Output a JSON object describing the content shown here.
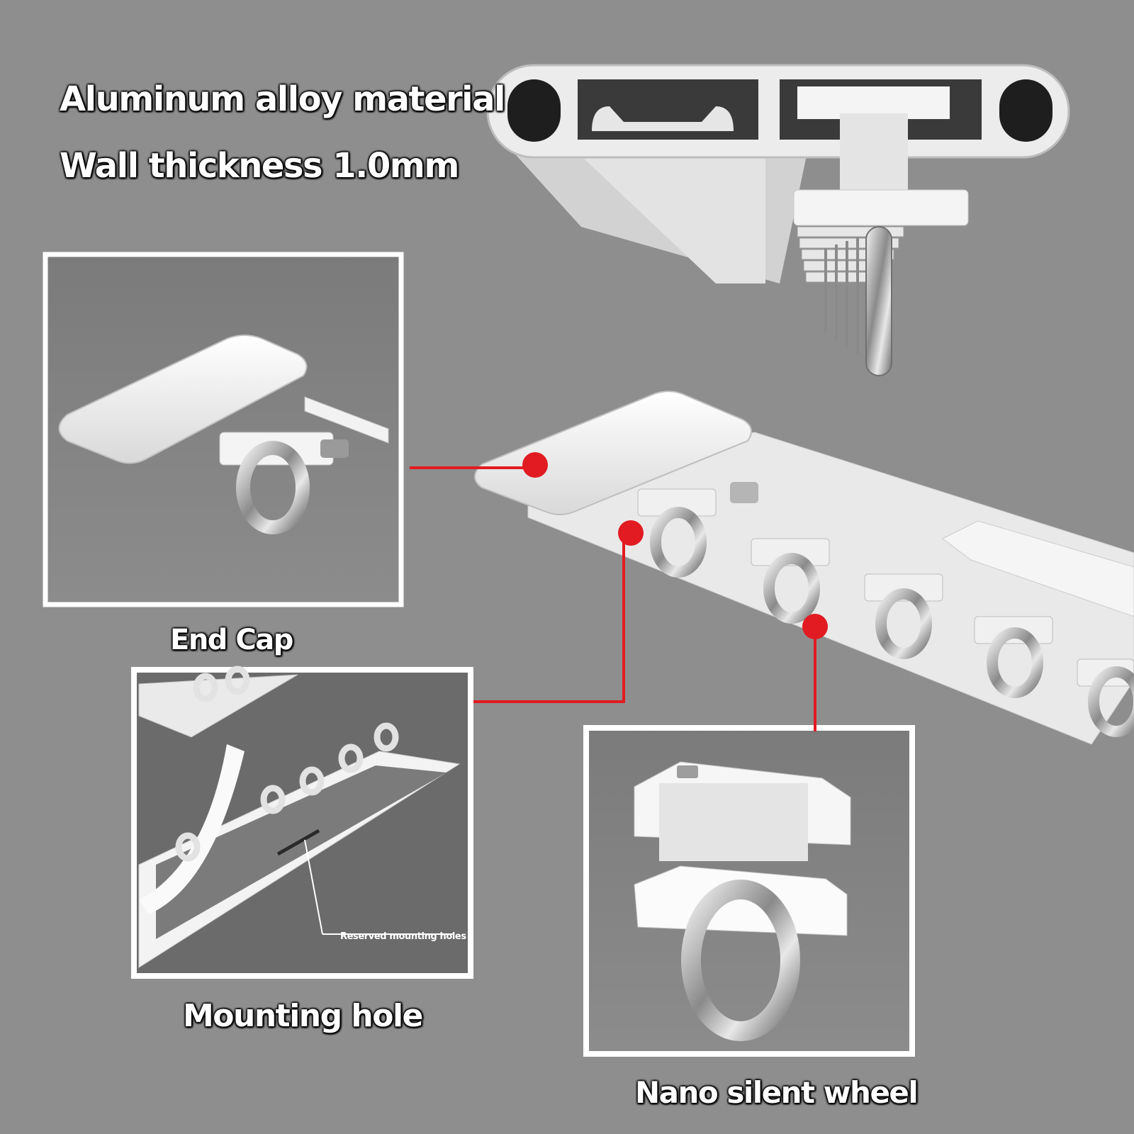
{
  "headline": {
    "line1": "Aluminum alloy material",
    "line2": "Wall thickness 1.0mm"
  },
  "callouts": {
    "end_cap": "End Cap",
    "mounting_hole": "Mounting hole",
    "mounting_note": "Reserved mounting holes",
    "wheel": "Nano silent wheel"
  },
  "colors": {
    "background": "#8e8e8e",
    "marker": "#e21b22",
    "frame": "#ffffff"
  }
}
